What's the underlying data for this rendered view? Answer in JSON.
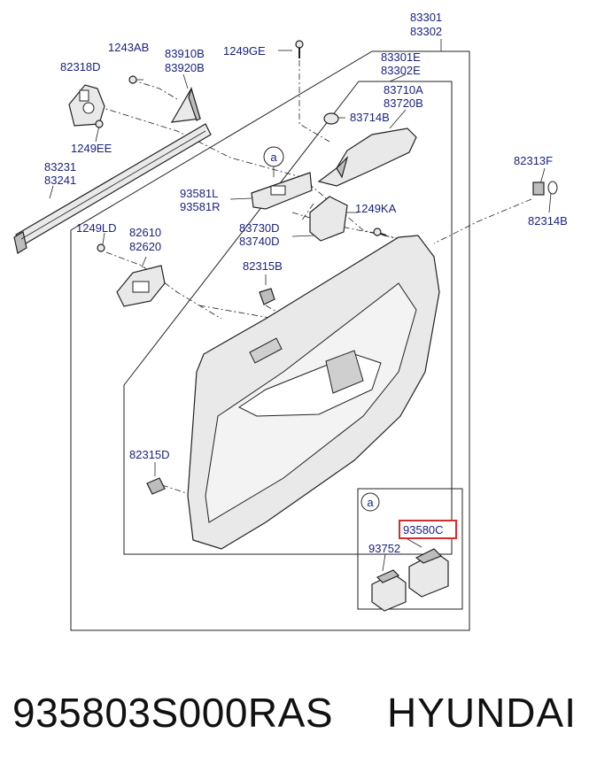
{
  "labels": {
    "p83301": "83301",
    "p83302": "83302",
    "p1243AB": "1243AB",
    "p83910B": "83910B",
    "p83920B": "83920B",
    "p1249GE": "1249GE",
    "p83301E": "83301E",
    "p83302E": "83302E",
    "p82318D": "82318D",
    "p83710A": "83710A",
    "p83720B": "83720B",
    "p83714B": "83714B",
    "p1249EE": "1249EE",
    "p83231": "83231",
    "p83241": "83241",
    "p82313F": "82313F",
    "p93581L": "93581L",
    "p93581R": "93581R",
    "p1249KA": "1249KA",
    "p82314B": "82314B",
    "p1249LD": "1249LD",
    "p82610": "82610",
    "p82620": "82620",
    "p83730D": "83730D",
    "p83740D": "83740D",
    "p82315B": "82315B",
    "p82315D": "82315D",
    "p93580C": "93580C",
    "p93752": "93752",
    "callout_a": "a",
    "inset_a": "a"
  },
  "highlight_color": "#d32f2f",
  "label_color": "#1a237e",
  "footer": {
    "part_number": "935803S000RAS",
    "brand": "HYUNDAI"
  }
}
